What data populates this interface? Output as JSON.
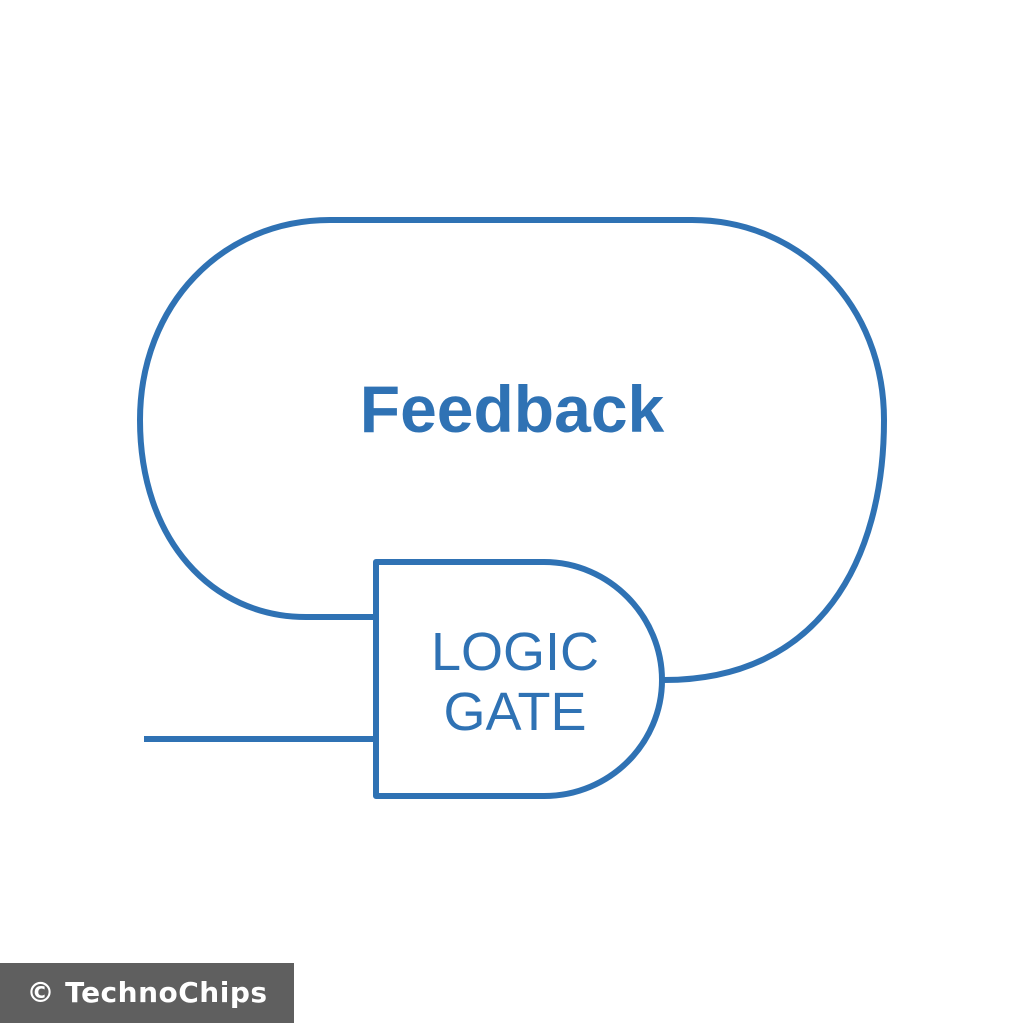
{
  "diagram": {
    "feedback_label": "Feedback",
    "gate_label_line1": "LOGIC",
    "gate_label_line2": "GATE",
    "stroke_color": "#2f72b4",
    "text_color": "#2f72b4",
    "background": "#ffffff"
  },
  "watermark": {
    "text": "© TechnoChips",
    "background": "#5f5f5f",
    "color": "#ffffff"
  }
}
